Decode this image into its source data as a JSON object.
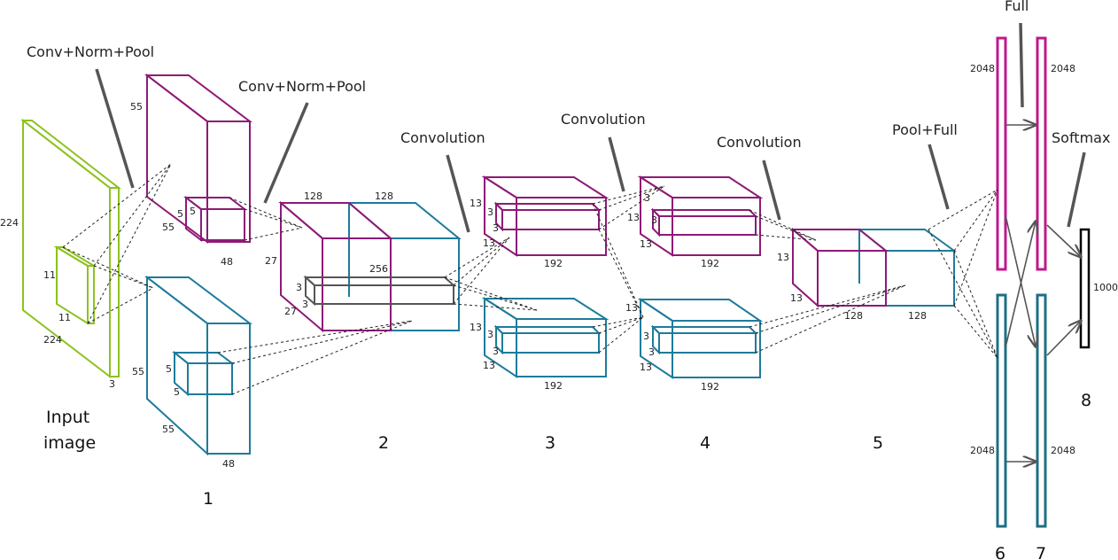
{
  "colors": {
    "input": "#8dc21f",
    "magenta": "#8e1a76",
    "teal": "#1e7b9c",
    "gray": "#555555",
    "fc_magenta": "#c0178b",
    "fc_teal": "#1e6f84",
    "pointer": "#555555"
  },
  "input_label": [
    "Input",
    "image"
  ],
  "annotations": {
    "conv_norm_pool_1": "Conv+Norm+Pool",
    "conv_norm_pool_2": "Conv+Norm+Pool",
    "convolution_3": "Convolution",
    "convolution_4": "Convolution",
    "convolution_5": "Convolution",
    "pool_full": "Pool+Full",
    "full": "Full",
    "softmax": "Softmax"
  },
  "layer_numbers": {
    "l1": "1",
    "l2": "2",
    "l3": "3",
    "l4": "4",
    "l5": "5",
    "l6": "6",
    "l7": "7",
    "l8": "8"
  },
  "dims": {
    "input_h": "224",
    "input_w": "224",
    "input_d": "3",
    "input_k1": "11",
    "input_k2": "11",
    "l1_top_h": "55",
    "l1_top_w": "55",
    "l1_top_d": "48",
    "l1_top_k1": "5",
    "l1_top_k2": "5",
    "l1_bot_h": "55",
    "l1_bot_w": "55",
    "l1_bot_d": "48",
    "l1_bot_k1": "5",
    "l1_bot_k2": "5",
    "l2_d1": "128",
    "l2_d2": "128",
    "l2_h": "27",
    "l2_w": "27",
    "l2_k1": "3",
    "l2_k2": "3",
    "l2_256": "256",
    "l3_top_h": "13",
    "l3_top_w": "13",
    "l3_top_k1": "3",
    "l3_top_k2": "3",
    "l3_top_d": "192",
    "l3_bot_h": "13",
    "l3_bot_w": "13",
    "l3_bot_k1": "3",
    "l3_bot_k2": "3",
    "l3_bot_d": "192",
    "l4_top_h": "13",
    "l4_top_w": "13",
    "l4_top_k1": "3",
    "l4_top_k2": "3",
    "l4_top_d": "192",
    "l4_bot_h": "13",
    "l4_bot_w": "13",
    "l4_bot_k1": "3",
    "l4_bot_k2": "3",
    "l4_bot_d": "192",
    "l5_h": "13",
    "l5_w": "13",
    "l5_d1": "128",
    "l5_d2": "128",
    "fc6_top": "2048",
    "fc7_top": "2048",
    "fc6_bot": "2048",
    "fc7_bot": "2048",
    "out": "1000"
  }
}
